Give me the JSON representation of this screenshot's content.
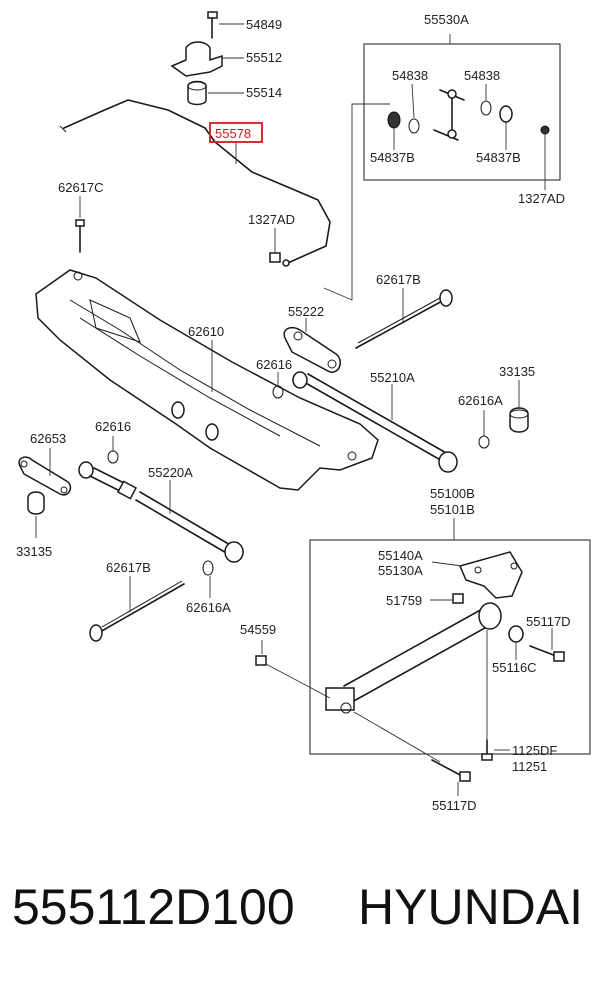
{
  "callouts": {
    "c54849": "54849",
    "c55512": "55512",
    "c55514": "55514",
    "c55578": "55578",
    "c55530A": "55530A",
    "c54838a": "54838",
    "c54838b": "54838",
    "c54837Ba": "54837B",
    "c54837Bb": "54837B",
    "c1327ADa": "1327AD",
    "c1327ADb": "1327AD",
    "c62617C": "62617C",
    "c62617Ba": "62617B",
    "c62617Bb": "62617B",
    "c55222": "55222",
    "c62610": "62610",
    "c62616a": "62616",
    "c62616b": "62616",
    "c55210A": "55210A",
    "c33135a": "33135",
    "c33135b": "33135",
    "c62616Aa": "62616A",
    "c62616Ab": "62616A",
    "c62653": "62653",
    "c55220A": "55220A",
    "c55100B": "55100B",
    "c55101B": "55101B",
    "c55140A": "55140A",
    "c55130A": "55130A",
    "c51759": "51759",
    "c55117Da": "55117D",
    "c55117Db": "55117D",
    "c55116C": "55116C",
    "c54559": "54559",
    "c1125DF": "1125DF",
    "c11251": "11251"
  },
  "highlight_color": "#d01c1c",
  "footer": {
    "part_number": "555112D100",
    "brand": "HYUNDAI"
  }
}
